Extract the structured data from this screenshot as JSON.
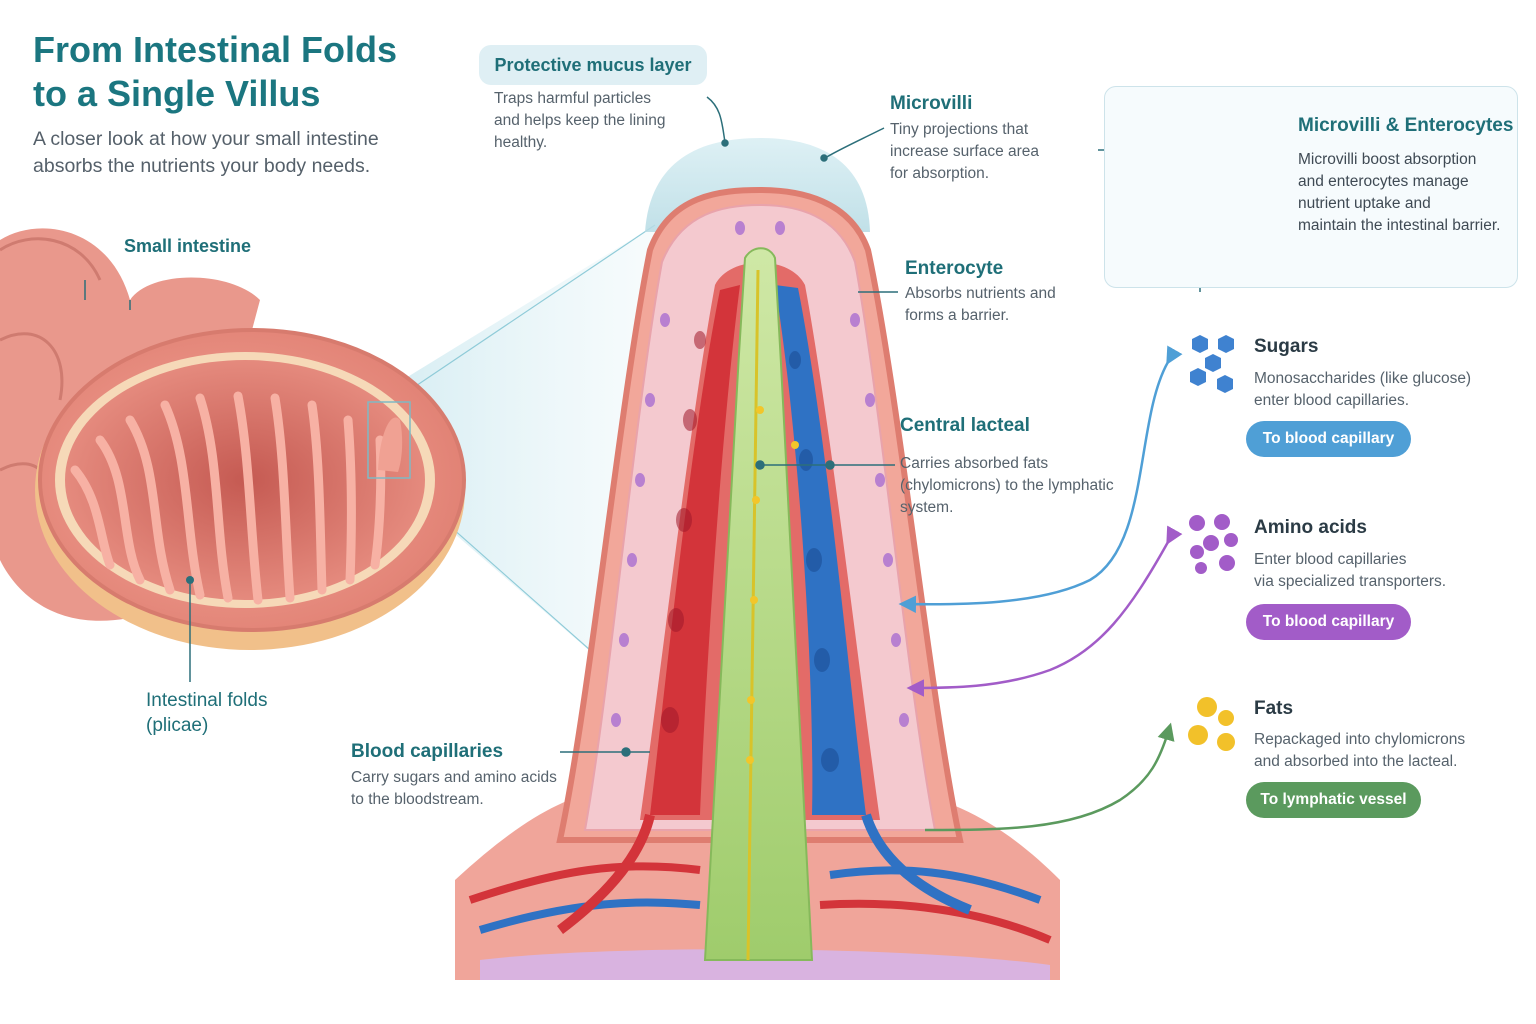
{
  "header": {
    "title_line1": "From Intestinal Folds",
    "title_line2": "to a Single Villus",
    "subtitle_line1": "A closer look at how your small intestine",
    "subtitle_line2": "absorbs the nutrients your body needs."
  },
  "left_labels": {
    "small_intestine": "Small intestine",
    "folds_line1": "Intestinal folds",
    "folds_line2": "(plicae)"
  },
  "mucus": {
    "label": "Protective mucus layer",
    "desc_line1": "Traps harmful particles",
    "desc_line2": "and helps keep the lining",
    "desc_line3": "healthy."
  },
  "microvilli": {
    "label": "Microvilli",
    "desc_line1": "Tiny projections that",
    "desc_line2": "increase surface area",
    "desc_line3": "for absorption."
  },
  "enterocyte": {
    "label": "Enterocyte",
    "desc_line1": "Absorbs nutrients and",
    "desc_line2": "forms a barrier."
  },
  "lacteal": {
    "label": "Central lacteal",
    "desc_line1": "Carries absorbed fats",
    "desc_line2": "(chylomicrons) to the lymphatic",
    "desc_line3": "system."
  },
  "capillaries": {
    "label": "Blood capillaries",
    "desc_line1": "Carry sugars and amino acids",
    "desc_line2": "to the bloodstream."
  },
  "inset": {
    "title": "Microvilli & Enterocytes",
    "desc_line1": "Microvilli boost absorption",
    "desc_line2": "and enterocytes manage",
    "desc_line3": "nutrient uptake and",
    "desc_line4": "maintain the intestinal barrier."
  },
  "nutrients": [
    {
      "name": "Sugars",
      "desc_line1": "Monosaccharides (like glucose)",
      "desc_line2": "enter blood capillaries.",
      "pill": "To blood capillary",
      "color": "#4f9fd6"
    },
    {
      "name": "Amino acids",
      "desc_line1": "Enter blood capillaries",
      "desc_line2": "via specialized transporters.",
      "pill": "To blood capillary",
      "color": "#a25cc8"
    },
    {
      "name": "Fats",
      "desc_line1": "Repackaged into chylomicrons",
      "desc_line2": "and absorbed into the lacteal.",
      "pill": "To lymphatic vessel",
      "color": "#5b9a5e"
    }
  ],
  "colors": {
    "accent_teal": "#1b7680",
    "blood_red": "#d3343a",
    "vein_blue": "#2f72c4",
    "lacteal_green": "#a9d27a",
    "fat_yellow": "#f2c62a"
  }
}
